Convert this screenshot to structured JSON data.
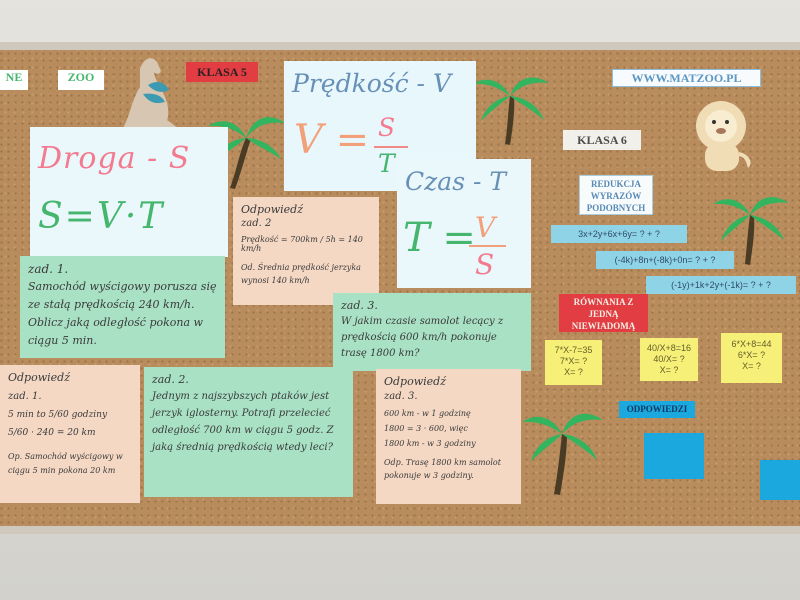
{
  "board": {
    "top_left_1": "NE",
    "top_left_2": "ZOO",
    "klasa5": "KLASA 5",
    "website": "WWW.MATZOO.PL",
    "klasa6": "KLASA 6",
    "distance_title": "Droga - S",
    "distance_formula": "S=V·T",
    "speed_title": "Prędkość - V",
    "speed_formula_v": "V =",
    "speed_formula_s": "S",
    "speed_formula_t": "T",
    "time_title": "Czas - T",
    "time_formula_t": "T =",
    "time_formula_v": "V",
    "time_formula_s": "S",
    "task1_title": "zad. 1.",
    "task1_text": "Samochód wyścigowy porusza się ze stałą prędkością 240 km/h. Oblicz jaką odległość pokona w ciągu 5 min.",
    "answer2_title": "Odpowiedź",
    "answer2_sub": "zad. 2",
    "answer2_line1": "Prędkość = 700km / 5h = 140 km/h",
    "answer2_line2": "Od. Średnia prędkość jerzyka wynosi 140 km/h",
    "task3_title": "zad. 3.",
    "task3_text": "W jakim czasie samolot lecący z prędkością 600 km/h pokonuje trasę 1800 km?",
    "answer1_title": "Odpowiedź",
    "answer1_sub": "zad. 1.",
    "answer1_line1": "5 min to 5/60 godziny",
    "answer1_line2": "5/60 · 240 = 20 km",
    "answer1_line3": "Op. Samochód wyścigowy w ciągu 5 min pokona 20 km",
    "task2_title": "zad. 2.",
    "task2_text": "Jednym z najszybszych ptaków jest jerzyk iglosterny. Potrafi przelecieć odległość 700 km w ciągu 5 godz. Z jaką średnią prędkością wtedy leci?",
    "answer3_title": "Odpowiedź",
    "answer3_sub": "zad. 3.",
    "answer3_line1": "600 km - w 1 godzinę",
    "answer3_line2": "1800 = 3 · 600, więc",
    "answer3_line3": "1800 km - w 3 godziny",
    "answer3_line4": "Odp. Trasę 1800 km samolot pokonuje w 3 godziny.",
    "reduction_title": "REDUKCJA WYRAZÓW PODOBNYCH",
    "expr1": "3x+2y+6x+6y= ? + ?",
    "expr2": "(-4k)+8n+(-8k)+0n= ? + ?",
    "expr3": "(-1y)+1k+2y+(-1k)= ? + ?",
    "equations_title": "RÓWNANIA Z JEDNĄ NIEWIADOMĄ",
    "eq1_line1": "7*X-7=35",
    "eq1_line2": "7*X= ?",
    "eq1_line3": "X= ?",
    "eq2_line1": "40/X+8=16",
    "eq2_line2": "40/X= ?",
    "eq2_line3": "X= ?",
    "eq3_line1": "6*X+8=44",
    "eq3_line2": "6*X= ?",
    "eq3_line3": "X= ?",
    "answers_title": "ODPOWIEDZI"
  }
}
